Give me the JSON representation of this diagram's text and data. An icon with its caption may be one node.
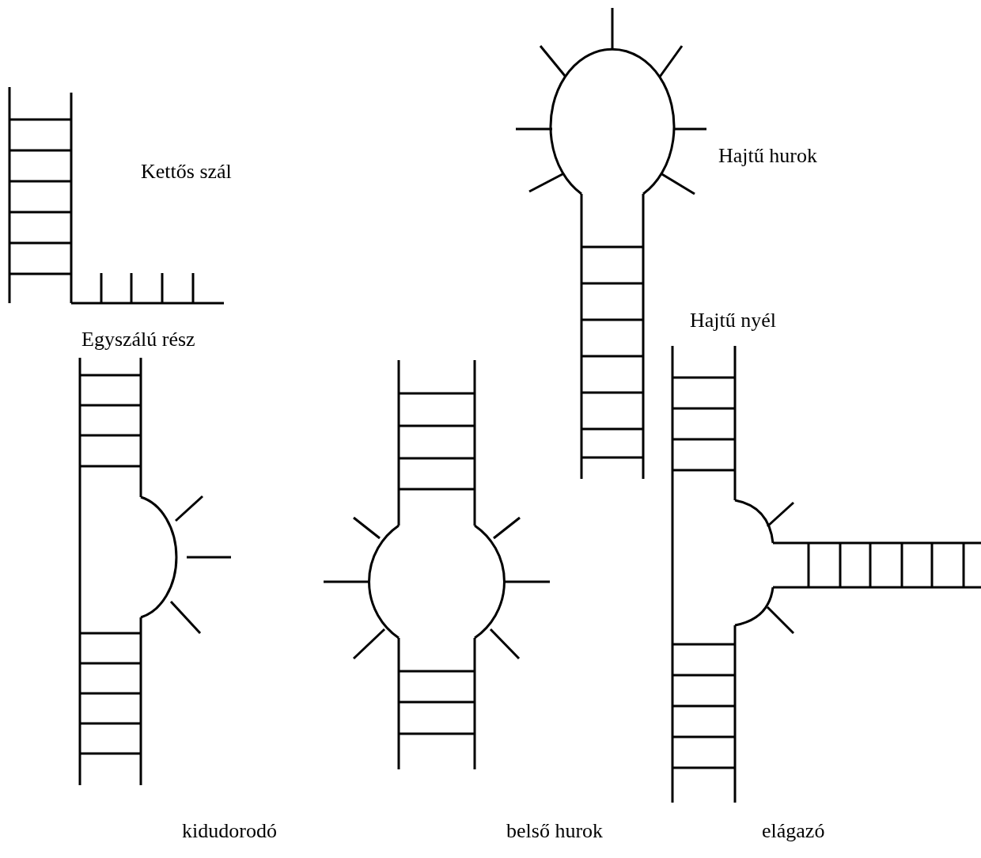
{
  "diagram": {
    "labels": [
      "Hajtű hurok",
      "Kettős szál",
      "Hajtű nyél",
      "Egyszálú rész",
      "kidudorodó",
      "belső hurok",
      "elágazó"
    ]
  }
}
